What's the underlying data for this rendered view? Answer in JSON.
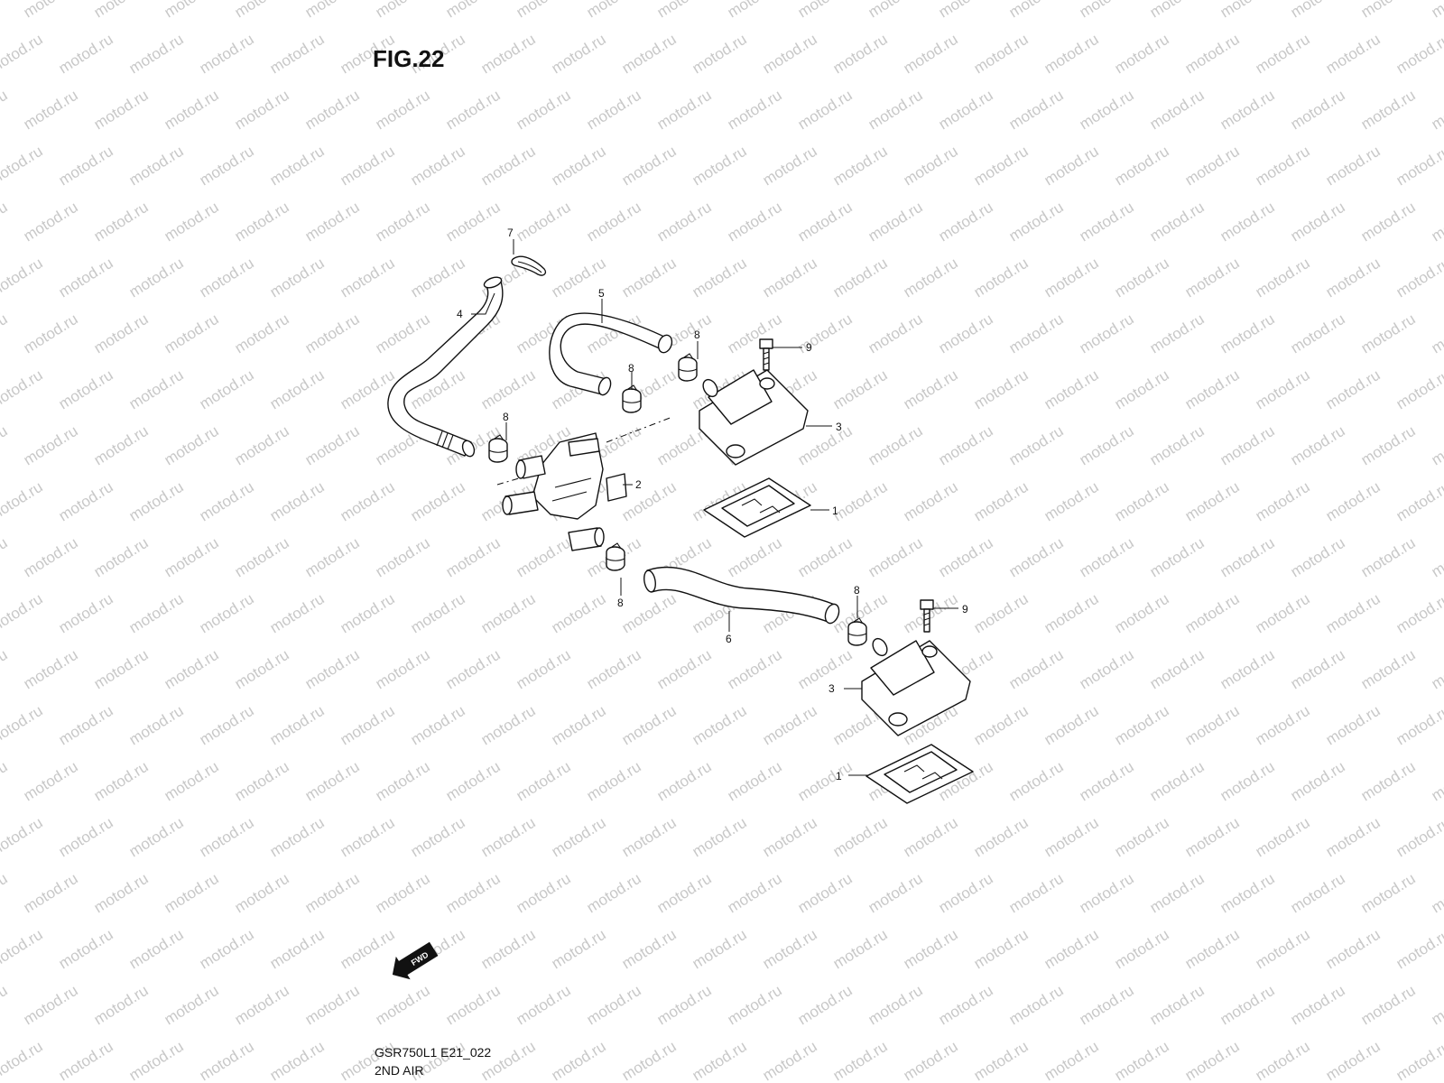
{
  "figure": {
    "title": "FIG.22"
  },
  "watermark": {
    "text": "motod.ru",
    "color": "#c8c8c8"
  },
  "footer": {
    "model_code": "GSR750L1 E21_022",
    "section_name": "2ND AIR"
  },
  "fwd_badge": {
    "text": "FWD"
  },
  "callouts": {
    "hose_4": "4",
    "clip_7": "7",
    "hose_5": "5",
    "clamp_8_top": "8",
    "clamp_8_mid": "8",
    "clamp_8_left": "8",
    "bolt_9_top": "9",
    "cover_3_top": "3",
    "valve_2": "2",
    "reed_1_top": "1",
    "clamp_8_bottom": "8",
    "hose_6": "6",
    "clamp_8_right": "8",
    "bolt_9_bottom": "9",
    "cover_3_bottom": "3",
    "reed_1_bottom": "1"
  }
}
